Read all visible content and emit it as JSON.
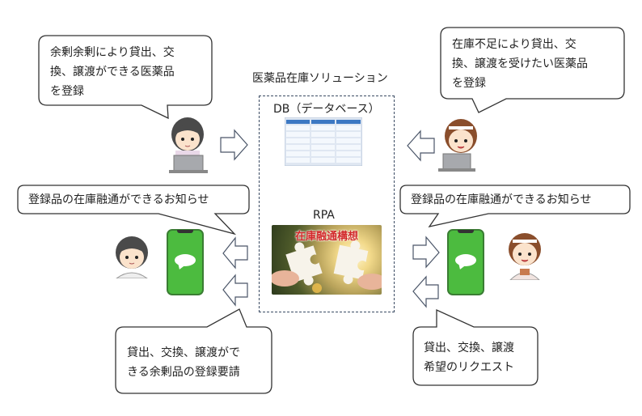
{
  "diagram": {
    "title": "医薬品在庫ソリューション",
    "components": {
      "db_label": "DB（データベース）",
      "rpa_label": "RPA",
      "rpa_image_caption": "在庫融通構想"
    },
    "bubbles": {
      "top_left": "余剰余剰により貸出、交\n換、譲渡ができる医薬品\nを登録",
      "top_right": "在庫不足により貸出、交\n換、譲渡を受けたい医薬品\nを登録",
      "mid_left": "登録品の在庫融通ができるお知らせ",
      "mid_right": "登録品の在庫融通ができるお知らせ",
      "bottom_left": "貸出、交換、譲渡がで\nきる余剰品の登録要請",
      "bottom_right": "貸出、交換、譲渡\n希望のリクエスト"
    },
    "actors": {
      "left": "surplus-pharmacist",
      "right": "shortage-pharmacist"
    },
    "colors": {
      "phone_green": "#4cbb3f",
      "outline": "#3b4b63",
      "rpa_caption": "#d22a2a"
    }
  }
}
